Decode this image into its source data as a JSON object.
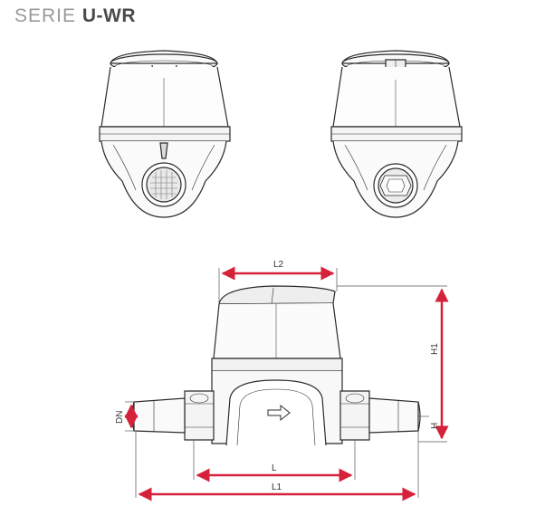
{
  "title": {
    "prefix": "SERIE",
    "model": "U-WR"
  },
  "dimensions": {
    "L2": "L2",
    "H1": "H1",
    "H": "H",
    "DN": "DN",
    "L": "L",
    "L1": "L1"
  },
  "colors": {
    "dimension": "#d6213b",
    "outline": "#2b2b2b",
    "dim_line": "#555555"
  }
}
